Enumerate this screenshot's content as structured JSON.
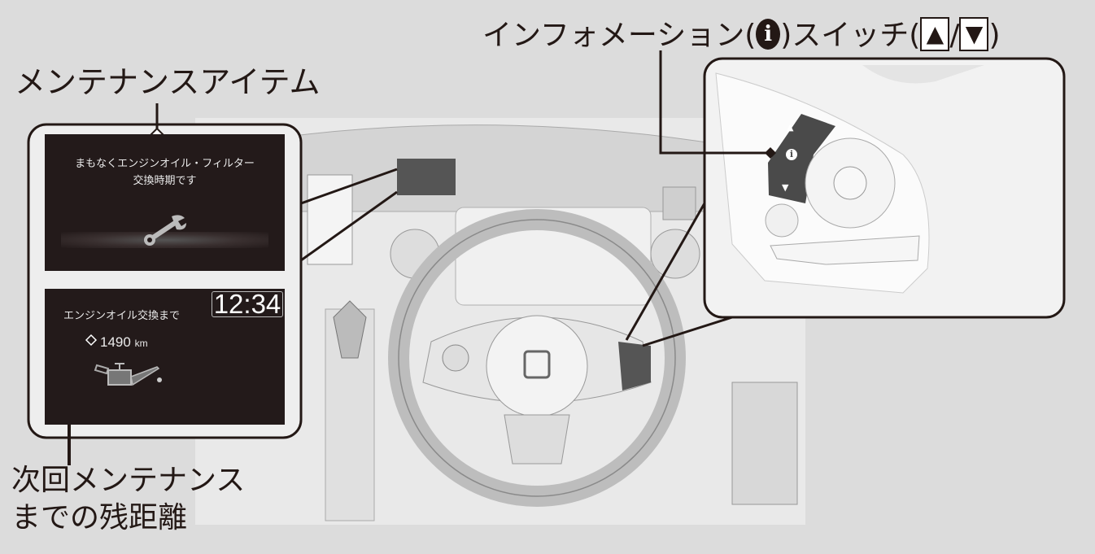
{
  "labels": {
    "maintenance_item": "メンテナンスアイテム",
    "info_switch_prefix": "インフォメーション(",
    "info_switch_mid": ")スイッチ(",
    "info_switch_sep": "/",
    "info_switch_suffix": ")",
    "info_symbol": "i",
    "up_symbol": "▲",
    "down_symbol": "▼",
    "remaining_line1": "次回メンテナンス",
    "remaining_line2": "までの残距離"
  },
  "screen_top": {
    "line1": "まもなくエンジンオイル・フィルター",
    "line2": "交換時期です"
  },
  "screen_bottom": {
    "caption": "エンジンオイル交換まで",
    "clock": "12:34",
    "distance": "1490",
    "unit": "km"
  },
  "switch_inset": {
    "up": "▲",
    "info": "i",
    "down": "▼"
  }
}
